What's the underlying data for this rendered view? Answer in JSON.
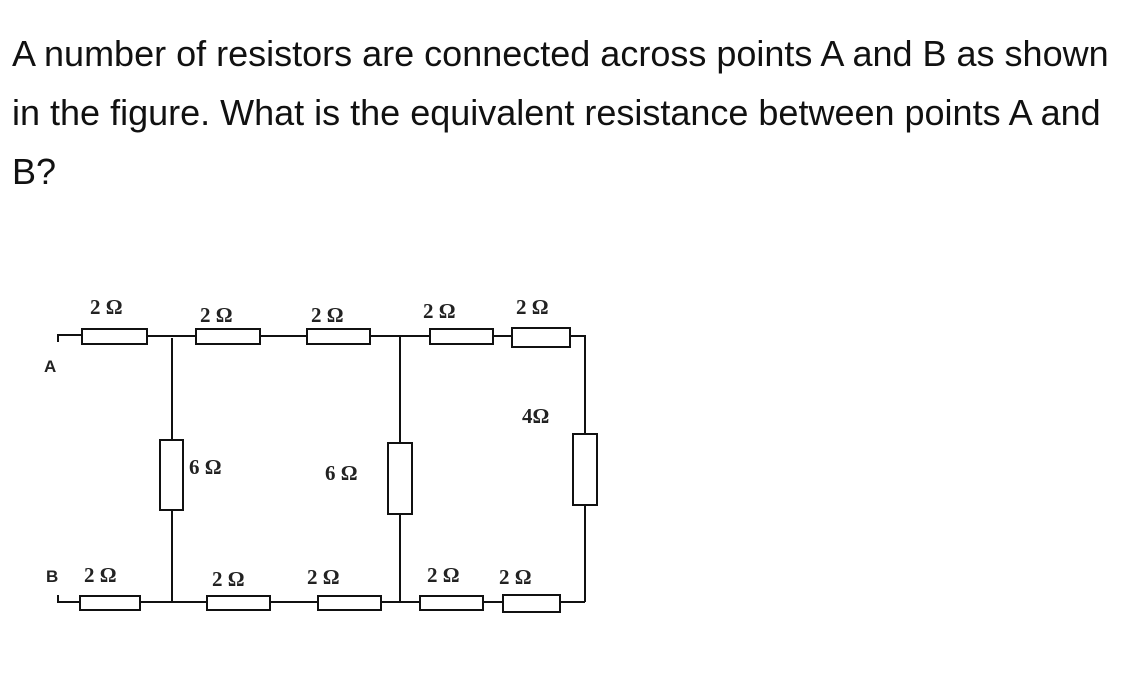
{
  "question": {
    "text": "A number of resistors are connected across points A and B as shown in the figure. What is the equivalent resistance between points A and B?"
  },
  "circuit": {
    "nodes": {
      "a": "A",
      "b": "B"
    },
    "top_branch": [
      {
        "id": "t1",
        "label": "2 Ω",
        "value_ohm": 2
      },
      {
        "id": "t2",
        "label": "2 Ω",
        "value_ohm": 2
      },
      {
        "id": "t3",
        "label": "2 Ω",
        "value_ohm": 2
      },
      {
        "id": "t4",
        "label": "2 Ω",
        "value_ohm": 2
      },
      {
        "id": "t5",
        "label": "2 Ω",
        "value_ohm": 2
      }
    ],
    "bottom_branch": [
      {
        "id": "b1",
        "label": "2 Ω",
        "value_ohm": 2
      },
      {
        "id": "b2",
        "label": "2 Ω",
        "value_ohm": 2
      },
      {
        "id": "b3",
        "label": "2 Ω",
        "value_ohm": 2
      },
      {
        "id": "b4",
        "label": "2 Ω",
        "value_ohm": 2
      },
      {
        "id": "b5",
        "label": "2 Ω",
        "value_ohm": 2
      }
    ],
    "verticals": [
      {
        "id": "v1",
        "label": "6 Ω",
        "value_ohm": 6
      },
      {
        "id": "v2",
        "label": "6 Ω",
        "value_ohm": 6
      },
      {
        "id": "v3",
        "label": "4Ω",
        "value_ohm": 4
      }
    ]
  }
}
